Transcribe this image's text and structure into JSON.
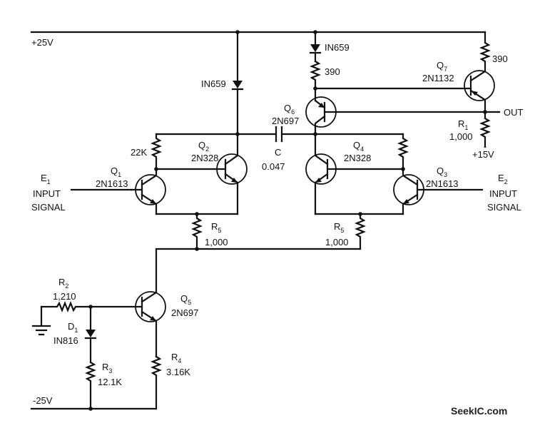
{
  "rails": {
    "pos": "+25V",
    "neg": "-25V",
    "p15": "+15V",
    "out": "OUT"
  },
  "q1": {
    "n": "Q",
    "s": "1",
    "part": "2N1613"
  },
  "q2": {
    "n": "Q",
    "s": "2",
    "part": "2N328"
  },
  "q3": {
    "n": "Q",
    "s": "3",
    "part": "2N1613"
  },
  "q4": {
    "n": "Q",
    "s": "4",
    "part": "2N328"
  },
  "q5": {
    "n": "Q",
    "s": "5",
    "part": "2N697"
  },
  "q6": {
    "n": "Q",
    "s": "6",
    "part": "2N697"
  },
  "q7": {
    "n": "Q",
    "s": "7",
    "part": "2N1132"
  },
  "d_top": "IN659",
  "d_right": "IN659",
  "r390a": "390",
  "r390b": "390",
  "r22k": "22K",
  "r1": {
    "n": "R",
    "s": "1",
    "v": "1,000"
  },
  "r2": {
    "n": "R",
    "s": "2",
    "v": "1,210"
  },
  "r3": {
    "n": "R",
    "s": "3",
    "v": "12.1K"
  },
  "r4": {
    "n": "R",
    "s": "4",
    "v": "3.16K"
  },
  "r5a": {
    "n": "R",
    "s": "5",
    "v": "1,000"
  },
  "r5b": {
    "n": "R",
    "s": "5",
    "v": "1,000"
  },
  "cap": {
    "n": "C",
    "v": "0.047"
  },
  "d1": {
    "n": "D",
    "s": "1",
    "part": "IN816"
  },
  "e1": {
    "n": "E",
    "s": "1",
    "l1": "INPUT",
    "l2": "SIGNAL"
  },
  "e2": {
    "n": "E",
    "s": "2",
    "l1": "INPUT",
    "l2": "SIGNAL"
  },
  "watermark": "SeekIC.com"
}
